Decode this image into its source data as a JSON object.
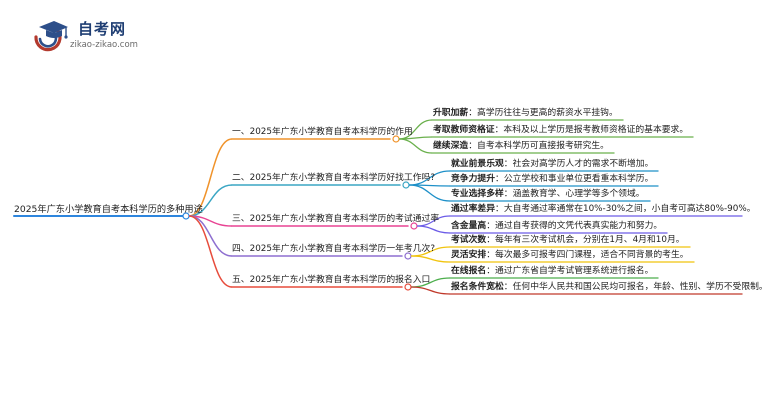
{
  "logo": {
    "name": "自考网",
    "url": "zikao-zikao.com"
  },
  "mindmap": {
    "root": "2025年广东小学教育自考本科学历的多种用途",
    "branches": [
      {
        "label": "一、2025年广东小学教育自考本科学历的作用",
        "color": "#f0932b",
        "leaves": [
          {
            "key": "升职加薪",
            "text": "高学历往往与更高的薪资水平挂钩。",
            "color": "#6ab04c"
          },
          {
            "key": "考取教师资格证",
            "text": "本科及以上学历是报考教师资格证的基本要求。",
            "color": "#6ab04c"
          },
          {
            "key": "继续深造",
            "text": "自考本科学历可直接报考研究生。",
            "color": "#6ab04c"
          }
        ]
      },
      {
        "label": "二、2025年广东小学教育自考本科学历好找工作吗?",
        "color": "#3aa6c4",
        "leaves": [
          {
            "key": "就业前景乐观",
            "text": "社会对高学历人才的需求不断增加。",
            "color": "#1e90c8"
          },
          {
            "key": "竞争力提升",
            "text": "公立学校和事业单位更看重本科学历。",
            "color": "#1e90c8"
          },
          {
            "key": "专业选择多样",
            "text": "涵盖教育学、心理学等多个领域。",
            "color": "#1e90c8"
          }
        ]
      },
      {
        "label": "三、2025年广东小学教育自考本科学历的考试通过率",
        "color": "#e84393",
        "leaves": [
          {
            "key": "通过率差异",
            "text": "大自考通过率通常在10%-30%之间，小自考可高达80%-90%。",
            "color": "#6c5ce7"
          },
          {
            "key": "含金量高",
            "text": "通过自考获得的文凭代表真实能力和努力。",
            "color": "#6c5ce7"
          }
        ]
      },
      {
        "label": "四、2025年广东小学教育自考本科学历一年考几次?",
        "color": "#8e6fd0",
        "leaves": [
          {
            "key": "考试次数",
            "text": "每年有三次考试机会，分别在1月、4月和10月。",
            "color": "#f1c40f"
          },
          {
            "key": "灵活安排",
            "text": "每次最多可报考四门课程，适合不同背景的考生。",
            "color": "#f1c40f"
          }
        ]
      },
      {
        "label": "五、2025年广东小学教育自考本科学历的报名入口",
        "color": "#e74c3c",
        "leaves": [
          {
            "key": "在线报名",
            "text": "通过广东省自学考试管理系统进行报名。",
            "color": "#4cae4c"
          },
          {
            "key": "报名条件宽松",
            "text": "任何中华人民共和国公民均可报名，年龄、性别、学历不受限制。",
            "color": "#c0392b"
          }
        ]
      }
    ]
  }
}
